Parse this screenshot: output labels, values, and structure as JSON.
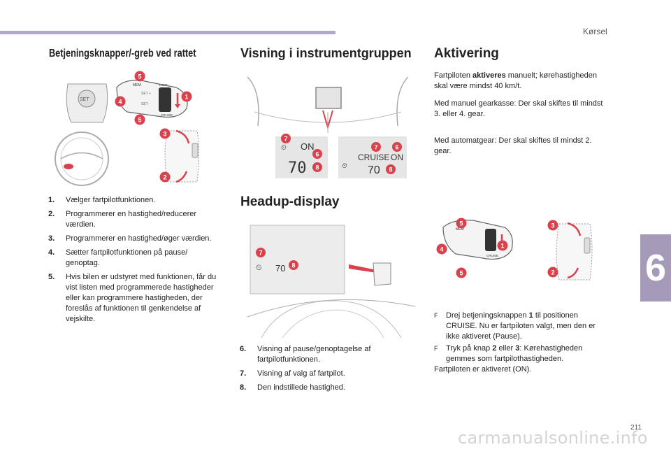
{
  "header": {
    "section_name": "Kørsel"
  },
  "chapter_tab": "6",
  "page_number": "211",
  "watermark": "carmanualsonline.info",
  "col_left": {
    "heading": "Betjeningsknapper/-greb ved rattet",
    "items": [
      {
        "num": "1.",
        "text": "Vælger fartpilotfunktionen."
      },
      {
        "num": "2.",
        "text": "Programmerer en hastighed/reducerer værdien."
      },
      {
        "num": "3.",
        "text": "Programmerer en hastighed/øger værdien."
      },
      {
        "num": "4.",
        "text": "Sætter fartpilotfunktionen på pause/ genoptag."
      },
      {
        "num": "5.",
        "text": "Hvis bilen er udstyret med funktionen, får du vist listen med programmerede hastigheder eller kan programmere hastigheden, der foreslås af funktionen til genkendelse af vejskilte."
      }
    ]
  },
  "col_mid": {
    "heading": "Visning i instrumentgruppen",
    "display_left": {
      "status": "ON",
      "speed": "70"
    },
    "display_right": {
      "label": "CRUISE",
      "status": "ON",
      "speed": "70"
    },
    "hud_heading": "Headup-display",
    "hud_speed": "70",
    "items": [
      {
        "num": "6.",
        "text": "Visning af pause/genoptagelse af fartpilotfunktionen."
      },
      {
        "num": "7.",
        "text": "Visning af valg af fartpilot."
      },
      {
        "num": "8.",
        "text": "Den indstillede hastighed."
      }
    ]
  },
  "col_right": {
    "heading": "Aktivering",
    "p1_pre": "Fartpiloten ",
    "p1_bold": "aktiveres",
    "p1_post": " manuelt; kørehastigheden skal være mindst 40 km/t.",
    "p2": "Med manuel gearkasse: Der skal skiftes til mindst 3. eller 4. gear.",
    "p3": "Med automatgear: Der skal skiftes til mindst 2. gear.",
    "bullet_glyph": "F",
    "b1_pre": "Drej betjeningsknappen ",
    "b1_bold": "1",
    "b1_post": " til positionen CRUISE. Nu er fartpiloten valgt, men den er ikke aktiveret (Pause).",
    "b2_pre": "Tryk på knap ",
    "b2_bold1": "2",
    "b2_mid": " eller ",
    "b2_bold2": "3",
    "b2_post": ": Kørehastigheden gemmes som fartpilothastigheden.",
    "end": "Fartpiloten er aktiveret (ON)."
  },
  "stalk": {
    "mem": "MEM",
    "set_plus": "SET +",
    "set_minus": "SET -",
    "limit": "LIMIT",
    "cruise": "CRUISE",
    "num_1": "1",
    "num_2": "2",
    "num_3": "3",
    "num_4": "4",
    "num_5": "5",
    "num_6": "6",
    "num_7": "7",
    "num_8": "8"
  },
  "colors": {
    "badge": "#d9414d",
    "accent": "#a59ab8",
    "bar": "#b3a8c9"
  }
}
